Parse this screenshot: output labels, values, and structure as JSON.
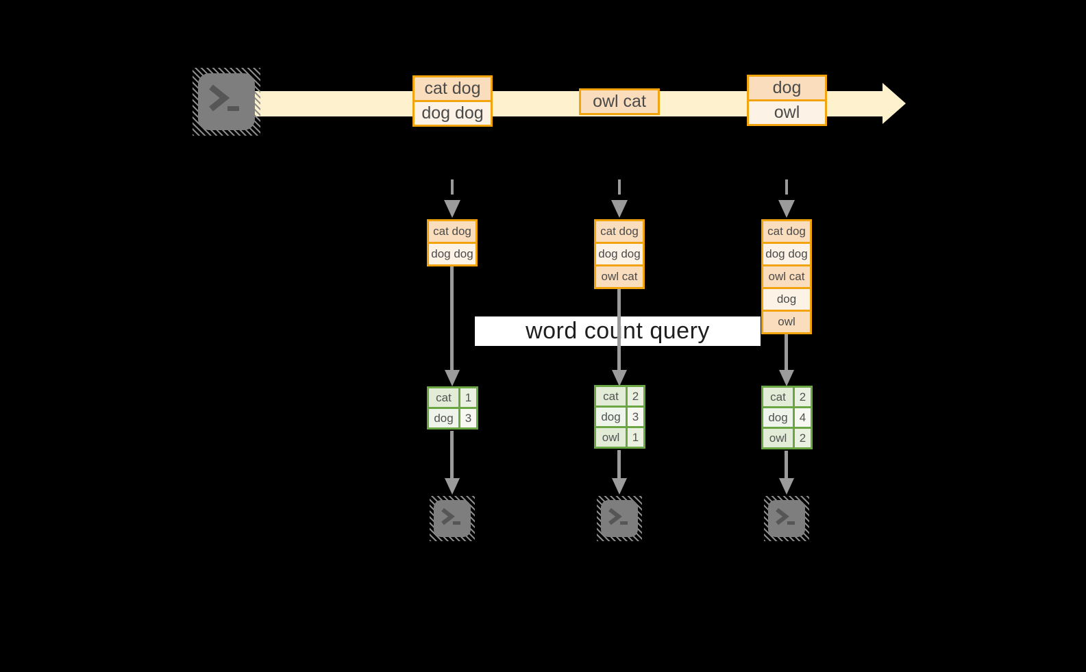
{
  "query_banner": {
    "label": "word count query"
  },
  "stream": {
    "event_group_1": {
      "line_1": "cat dog",
      "line_2": "dog dog"
    },
    "event_single": {
      "line_1": "owl cat"
    },
    "event_group_2": {
      "line_1": "dog",
      "line_2": "owl"
    }
  },
  "windows": {
    "w1": {
      "rows": [
        "cat dog",
        "dog dog"
      ]
    },
    "w2": {
      "rows": [
        "cat dog",
        "dog dog",
        "owl cat"
      ]
    },
    "w3": {
      "rows": [
        "cat dog",
        "dog dog",
        "owl cat",
        "dog",
        "owl"
      ]
    }
  },
  "counts": {
    "t1": {
      "rows": [
        {
          "word": "cat",
          "n": "1"
        },
        {
          "word": "dog",
          "n": "3"
        }
      ]
    },
    "t2": {
      "rows": [
        {
          "word": "cat",
          "n": "2"
        },
        {
          "word": "dog",
          "n": "3"
        },
        {
          "word": "owl",
          "n": "1"
        }
      ]
    },
    "t3": {
      "rows": [
        {
          "word": "cat",
          "n": "2"
        },
        {
          "word": "dog",
          "n": "4"
        },
        {
          "word": "owl",
          "n": "2"
        }
      ]
    }
  },
  "icons": {
    "source": "terminal-prompt-icon",
    "sink_1": "terminal-prompt-icon",
    "sink_2": "terminal-prompt-icon",
    "sink_3": "terminal-prompt-icon",
    "stream_arrowhead": "right-arrowhead-icon",
    "flow_arrows": "down-arrow-icon"
  },
  "colors": {
    "background": "#000000",
    "stream_band": "#FDF1CE",
    "event_border": "#F1A40D",
    "event_fill_dark": "#FADDBD",
    "event_fill_light": "#FCF3E6",
    "table_border": "#6BA644",
    "table_fill_dark": "#E2ECD7",
    "table_fill_light": "#F0F5EB",
    "arrow_gray": "#9B9B9B",
    "terminal_gray": "#7E7E7E",
    "banner_bg": "#FFFFFF",
    "text": "#4A4A4A"
  }
}
